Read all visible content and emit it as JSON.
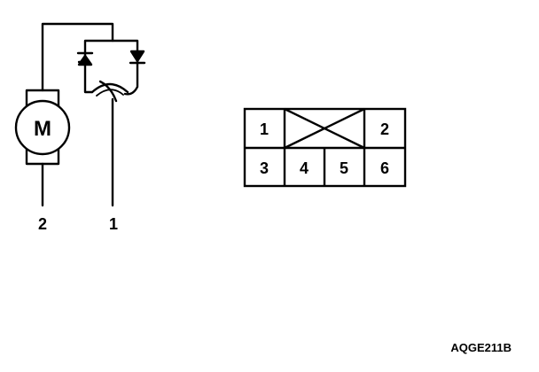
{
  "schematic": {
    "motor_symbol": "M",
    "terminal_left": "2",
    "terminal_right": "1",
    "parts": [
      "motor",
      "diode-left",
      "diode-right",
      "thermal-switch"
    ]
  },
  "connector": {
    "cells": [
      "1",
      "2",
      "3",
      "4",
      "5",
      "6"
    ],
    "blank_cell": "x-marked-unused-cavity"
  },
  "figure_code": "AQGE211B",
  "colors": {
    "ink": "#000000",
    "background": "#ffffff"
  }
}
